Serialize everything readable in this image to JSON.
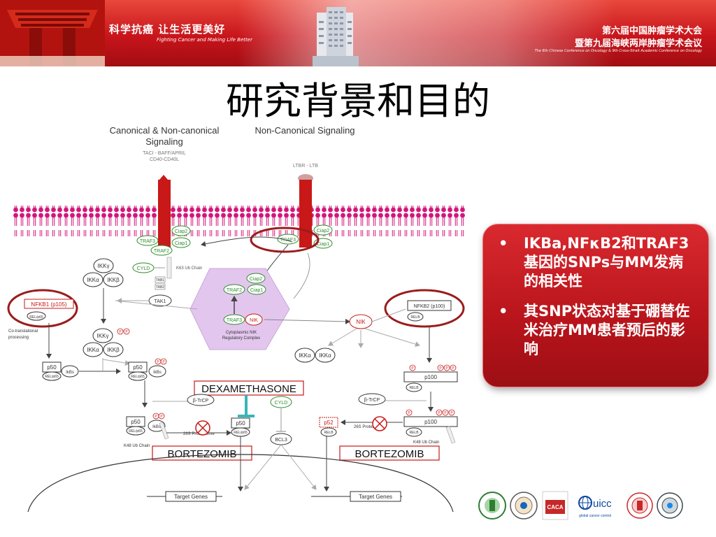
{
  "header": {
    "slogan_cn": "科学抗癌  让生活更美好",
    "slogan_en": "Fighting Cancer and Making Life Better",
    "conference_line1": "第六届中国肿瘤学术大会",
    "conference_line2": "暨第九届海峡两岸肿瘤学术会议",
    "conference_line3": "The 6th Chinese Conference on Oncology & 9th Cross-Strait Academic Conference on Oncology"
  },
  "slide": {
    "title": "研究背景和目的"
  },
  "diagram": {
    "heading_left": [
      "Canonical & Non-canonical",
      "Signaling"
    ],
    "heading_right": "Non-Canonical Signaling",
    "ligands_left": [
      "TACI - BAFF/APRIL",
      "CD40-CD40L"
    ],
    "ligand_right": "LTBR - LTB",
    "traf3": "TRAF3",
    "traf2": "TRAF2",
    "ciap1": "Ciap1",
    "ciap2": "Ciap2",
    "cyld": "CYLD",
    "k63_chain": "K63 Ub Chain",
    "ikk_gamma": "IKKγ",
    "ikk_alpha": "IKKα",
    "ikk_beta": "IKKβ",
    "tak1": "TAK1",
    "tab1": "TAB1",
    "tab2": "TAB2",
    "nik": "NIK",
    "nik_complex": [
      "Cytoplasmic NIK",
      "Regulatory Complex"
    ],
    "nfkb1": "NFKB1 (p105)",
    "nfkb2": "NFKB2 (p100)",
    "rel_p65": "REL/p65",
    "relb": "RELB",
    "co_translational": [
      "Co-translational",
      "processing"
    ],
    "p50": "p50",
    "ikbs": "IkBs",
    "p100": "p100",
    "p52": "p52",
    "btrcp": "β-TrCP",
    "proteasome": "26S Proteasome",
    "k48_chain": "K48 Ub Chain",
    "dexamethasone": "DEXAMETHASONE",
    "bortezomib": "BORTEZOMIB",
    "bcl3": "BCL3",
    "target_genes": "Target Genes",
    "phospho": "P"
  },
  "callout": {
    "bullet": "•",
    "items": [
      "IKBa,NFκB2和TRAF3基因的SNPs与MM发病的相关性",
      "其SNP状态对基于硼替佐米治疗MM患者预后的影响"
    ]
  },
  "logos": {
    "uicc_name": "uicc",
    "uicc_caption": "global cancer control",
    "caca": "CACA"
  },
  "colors": {
    "banner_red": "#c8141b",
    "highlight_oval": "#9b1c1c",
    "receptor": "#c81818",
    "green": "#2e8b2e",
    "lilac": "#e3c6ee",
    "membrane": "#d4157a"
  }
}
